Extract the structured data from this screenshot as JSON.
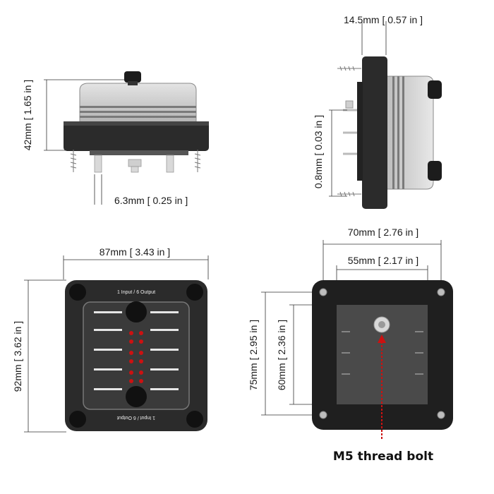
{
  "front_view": {
    "height_label": "42mm [ 1.65 in ]",
    "terminal_label": "6.3mm [ 0.25 in ]"
  },
  "side_view": {
    "depth_label": "14.5mm [ 0.57 in ]",
    "gap_label": "0.8mm [ 0.03 in ]"
  },
  "top_view": {
    "width_label": "87mm [ 3.43 in ]",
    "height_label": "92mm [ 3.62 in ]",
    "lid_text_top": "1 Input / 6 Output",
    "lid_text_bottom": "1 Input / 6 Output"
  },
  "back_view": {
    "outer_width_label": "70mm [ 2.76 in ]",
    "inner_width_label": "55mm [ 2.17 in ]",
    "outer_height_label": "75mm [ 2.95 in ]",
    "inner_height_label": "60mm [ 2.36 in ]",
    "bolt_label": "M5 thread bolt"
  },
  "colors": {
    "accent_red": "#cc1111",
    "body_dark": "#2b2b2b",
    "lid_gray": "#c8c8c8"
  }
}
